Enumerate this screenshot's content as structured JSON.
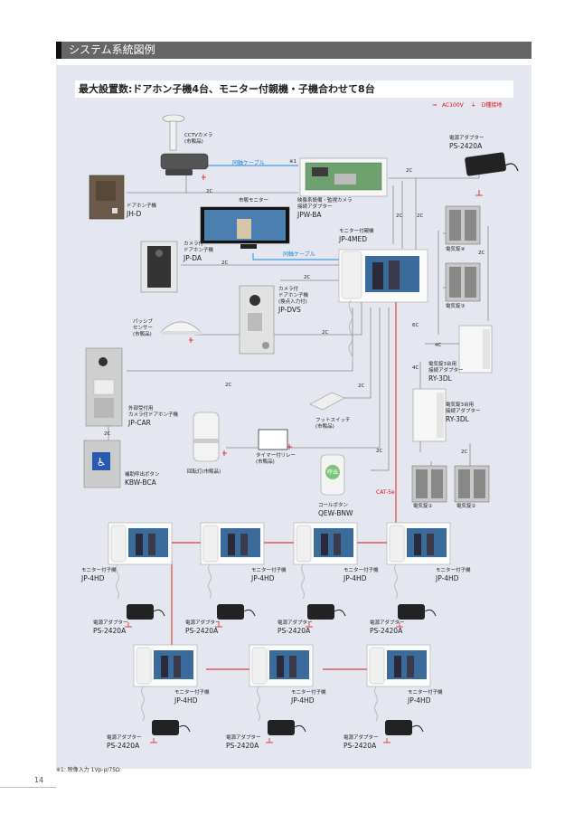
{
  "section_title": "システム系統図例",
  "diagram_title": "最大設置数:ドアホン子機4台、モニター付親機・子機合わせて8台",
  "legend": {
    "ac": "AC100V",
    "ground": "D種接地"
  },
  "cables": {
    "coax_1": "同軸ケーブル",
    "coax_2": "同軸ケーブル",
    "cat5e": "CAT-5e",
    "note_mark": "※1"
  },
  "wire_marks": {
    "w2c": "2C",
    "w4c": "4C",
    "w6c": "6C"
  },
  "devices": {
    "cctv": {
      "name": "CCTVカメラ",
      "sub": "(市販品)"
    },
    "jpwba": {
      "name": "映像系設備・監視カメラ",
      "name2": "接続アダプター",
      "model": "JPW-BA"
    },
    "jhd": {
      "name": "ドアホン子機",
      "model": "JH-D"
    },
    "monitor_tv": {
      "name": "市販モニター"
    },
    "ps_top": {
      "name": "電源アダプター",
      "model": "PS-2420A"
    },
    "jp4med": {
      "name": "モニター付親機",
      "model": "JP-4MED"
    },
    "jpda": {
      "name": "カメラ付",
      "name2": "ドアホン子機",
      "model": "JP-DA"
    },
    "jpdvs": {
      "name": "カメラ付",
      "name2": "ドアホン子機",
      "name3": "(換点入力付)",
      "model": "JP-DVS"
    },
    "lock4": {
      "name": "電気錠④"
    },
    "lock3": {
      "name": "電気錠③"
    },
    "passive": {
      "name": "パッシブ",
      "name2": "センサー",
      "name3": "(市販品)"
    },
    "ry3dl_a": {
      "name": "電気錠3台用",
      "name2": "接続アダプター",
      "model": "RY-3DL"
    },
    "ry3dl_b": {
      "name": "電気錠3台用",
      "name2": "接続アダプター",
      "model": "RY-3DL"
    },
    "jpcar": {
      "name": "外部受付用",
      "name2": "カメラ付ドアホン子機",
      "model": "JP-CAR"
    },
    "foot": {
      "name": "フットスイッチ",
      "sub": "(市販品)"
    },
    "kbw": {
      "name": "補助呼出ボタン",
      "model": "KBW-BCA"
    },
    "rotlamp": {
      "name": "回転灯(市販品)"
    },
    "timer": {
      "name": "タイマー付リレー",
      "sub": "(市販品)"
    },
    "callbtn": {
      "name": "コールボタン",
      "model": "QEW-BNW",
      "face": "呼出"
    },
    "lock1": {
      "name": "電気錠①"
    },
    "lock2": {
      "name": "電気錠②"
    },
    "sub_name": "モニター付子機",
    "sub_model": "JP-4HD",
    "psa_name": "電源アダプター",
    "psa_model": "PS-2420A"
  },
  "footnote": "※1: 映像入力 1Vp-p/75Ω",
  "page_number": "14"
}
